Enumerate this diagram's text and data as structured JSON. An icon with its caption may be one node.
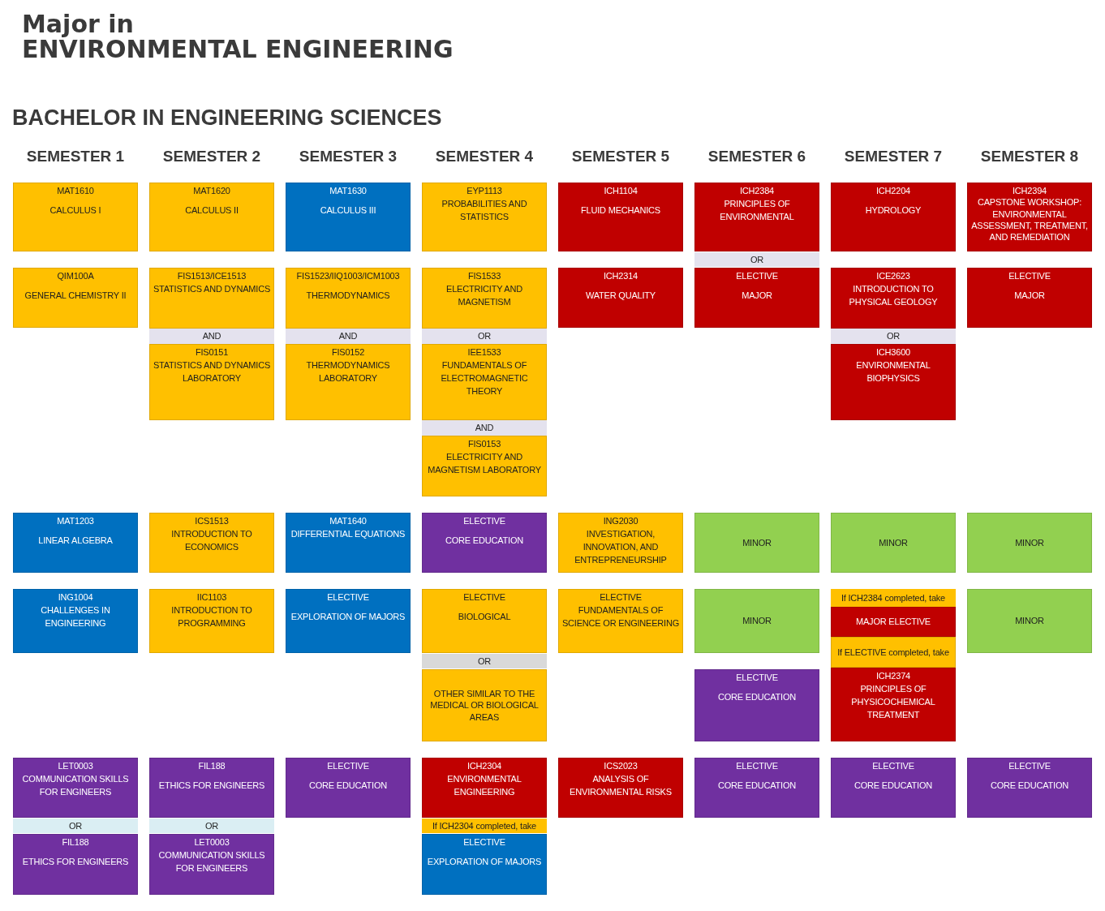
{
  "diagram": {
    "title": "Major in ENVIRONMENTAL ENGINEERING",
    "nodes": [
      {
        "text": [
          "MAT1610",
          "CALCULUS I"
        ]
      },
      {
        "text": [
          "MAT1620",
          "CALCULUS II"
        ]
      },
      {
        "text": [
          "MAT1630",
          "CALCULUS III"
        ]
      },
      {
        "text": [
          "EYP1113",
          "PROBABILITIES AND STATISTICS"
        ]
      },
      {
        "text": [
          "ICH1104",
          "FLUID MECHANICS"
        ]
      },
      {
        "text": [
          "ICH2384",
          "PRINCIPLES OF ENVIRONMENTAL"
        ]
      },
      {
        "text": [
          "OR"
        ]
      },
      {
        "text": [
          "ICH2204",
          "HYDROLOGY"
        ]
      },
      {
        "text": [
          "ICH2394",
          "CAPSTONE WORKSHOP: ENVIRONMENTAL ASSESSMENT, TREATMENT, AND REMEDIATION"
        ]
      },
      {
        "text": [
          "QIM100A",
          "GENERAL CHEMISTRY II"
        ]
      },
      {
        "text": [
          "FIS1513/ICE1513",
          "STATISTICS AND DYNAMICS"
        ]
      },
      {
        "text": [
          "AND"
        ]
      },
      {
        "text": [
          "FIS0151",
          "STATISTICS AND DYNAMICS LABORATORY"
        ]
      },
      {
        "text": [
          "FIS1523/IIQ1003/ICM1003",
          "THERMODYNAMICS"
        ]
      },
      {
        "text": [
          "AND"
        ]
      },
      {
        "text": [
          "FIS0152",
          "THERMODYNAMICS LABORATORY"
        ]
      },
      {
        "text": [
          "FIS1533",
          "ELECTRICITY AND MAGNETISM"
        ]
      },
      {
        "text": [
          "OR"
        ]
      },
      {
        "text": [
          "IEE1533",
          "FUNDAMENTALS OF ELECTROMAGNETIC THEORY"
        ]
      },
      {
        "text": [
          "AND"
        ]
      },
      {
        "text": [
          "FIS0153",
          "ELECTRICITY AND MAGNETISM LABORATORY"
        ]
      },
      {
        "text": [
          "ICH2314",
          "WATER QUALITY"
        ]
      },
      {
        "text": [
          "ELECTIVE",
          "MAJOR"
        ]
      },
      {
        "text": [
          "ICE2623",
          "INTRODUCTION TO PHYSICAL GEOLOGY"
        ]
      },
      {
        "text": [
          "OR"
        ]
      },
      {
        "text": [
          "ICH3600",
          "ENVIRONMENTAL BIOPHYSICS"
        ]
      },
      {
        "text": [
          "ELECTIVE",
          "MAJOR"
        ]
      },
      {
        "text": [
          "MAT1203",
          "LINEAR ALGEBRA"
        ]
      },
      {
        "text": [
          "ICS1513",
          "INTRODUCTION TO ECONOMICS"
        ]
      },
      {
        "text": [
          "MAT1640",
          "DIFFERENTIAL EQUATIONS"
        ]
      },
      {
        "text": [
          "ELECTIVE",
          "CORE EDUCATION"
        ]
      },
      {
        "text": [
          "ING2030",
          "INVESTIGATION, INNOVATION, AND ENTREPRENEURSHIP"
        ]
      },
      {
        "text": [
          "MINOR"
        ]
      },
      {
        "text": [
          "MINOR"
        ]
      },
      {
        "text": [
          "MINOR"
        ]
      },
      {
        "text": [
          "ING1004",
          "CHALLENGES IN ENGINEERING"
        ]
      },
      {
        "text": [
          "IIC1103",
          "INTRODUCTION TO PROGRAMMING"
        ]
      },
      {
        "text": [
          "ELECTIVE",
          "EXPLORATION OF MAJORS"
        ]
      },
      {
        "text": [
          "ELECTIVE",
          "BIOLOGICAL"
        ]
      },
      {
        "text": [
          "OR"
        ]
      },
      {
        "text": [
          "OTHER SIMILAR TO THE MEDICAL OR BIOLOGICAL AREAS"
        ]
      },
      {
        "text": [
          "ELECTIVE",
          "FUNDAMENTALS OF SCIENCE OR ENGINEERING"
        ]
      },
      {
        "text": [
          "MINOR"
        ]
      },
      {
        "text": [
          "ELECTIVE",
          "CORE EDUCATION"
        ]
      },
      {
        "text": [
          "If ICH2384 completed, take"
        ]
      },
      {
        "text": [
          "MAJOR ELECTIVE"
        ]
      },
      {
        "text": [
          "If ELECTIVE completed, take"
        ]
      },
      {
        "text": [
          "ICH2374",
          "PRINCIPLES OF PHYSICOCHEMICAL TREATMENT"
        ]
      },
      {
        "text": [
          "MINOR"
        ]
      },
      {
        "text": [
          "LET0003",
          "COMMUNICATION SKILLS FOR ENGINEERS"
        ]
      },
      {
        "text": [
          "OR"
        ]
      },
      {
        "text": [
          "FIL188",
          "ETHICS FOR ENGINEERS"
        ]
      },
      {
        "text": [
          "FIL188",
          "ETHICS FOR ENGINEERS"
        ]
      },
      {
        "text": [
          "OR"
        ]
      },
      {
        "text": [
          "LET0003",
          "COMMUNICATION SKILLS FOR ENGINEERS"
        ]
      },
      {
        "text": [
          "ELECTIVE",
          "CORE EDUCATION"
        ]
      },
      {
        "text": [
          "ICH2304",
          "ENVIRONMENTAL ENGINEERING"
        ]
      },
      {
        "text": [
          "If ICH2304 completed, take"
        ]
      },
      {
        "text": [
          "ELECTIVE",
          "EXPLORATION OF MAJORS"
        ]
      },
      {
        "text": [
          "ICS2023",
          "ANALYSIS OF ENVIRONMENTAL RISKS"
        ]
      },
      {
        "text": [
          "ELECTIVE",
          "CORE EDUCATION"
        ]
      },
      {
        "text": [
          "ELECTIVE",
          "CORE EDUCATION"
        ]
      },
      {
        "text": [
          "ELECTIVE",
          "CORE EDUCATION"
        ]
      }
    ],
    "labels": [
      "BACHELOR IN ENGINEERING SCIENCES",
      "SEMESTER 1",
      "SEMESTER 2",
      "SEMESTER 3",
      "SEMESTER 4",
      "SEMESTER 5",
      "SEMESTER 6",
      "SEMESTER 7",
      "SEMESTER 8"
    ]
  }
}
